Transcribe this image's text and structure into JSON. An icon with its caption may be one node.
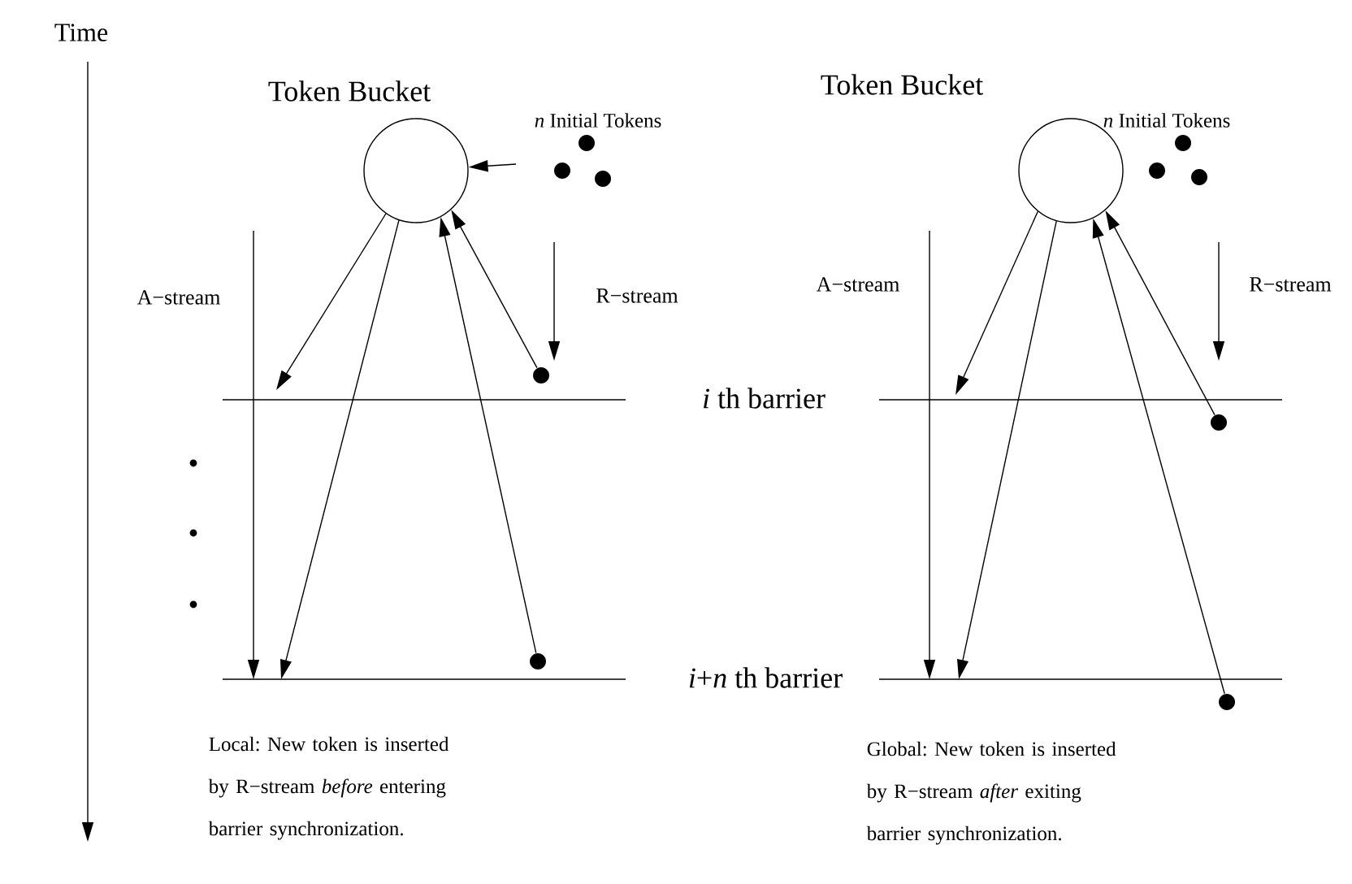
{
  "diagram": {
    "nodes": [
      {
        "text": [
          "Token Bucket"
        ]
      },
      {
        "text": [
          "*n* Initial Tokens"
        ]
      },
      {
        "text": [],
        "shape": "circle"
      },
      {
        "text": [],
        "shape": "circle"
      },
      {
        "text": [
          "Token Bucket"
        ]
      },
      {
        "text": [
          "*n* Initial Tokens"
        ]
      },
      {
        "text": [],
        "shape": "circle"
      },
      {
        "text": [],
        "shape": "circle"
      }
    ],
    "edges": [
      {
        "from": 1,
        "to": 0,
        "arrow": "to"
      },
      {
        "from": 0,
        "to": null,
        "arrow": "to"
      },
      {
        "from": 0,
        "to": null,
        "arrow": "to"
      },
      {
        "from": 2,
        "to": 0,
        "arrow": "to"
      },
      {
        "from": 3,
        "to": 0,
        "arrow": "to"
      },
      {
        "from": 4,
        "to": null,
        "arrow": "to"
      },
      {
        "from": 4,
        "to": null,
        "arrow": "to"
      },
      {
        "from": 6,
        "to": 4,
        "arrow": "to"
      },
      {
        "from": 7,
        "to": 4,
        "arrow": "to"
      }
    ],
    "labels": [
      "Time",
      "A−stream",
      "R−stream",
      "A−stream",
      "R−stream",
      "*i* th barrier",
      "*i*+*n* th barrier",
      "Local: New token is inserted by R−stream *before* entering barrier synchronization.",
      "Global: New token is inserted by R−stream *after* exiting barrier synchronization."
    ]
  }
}
